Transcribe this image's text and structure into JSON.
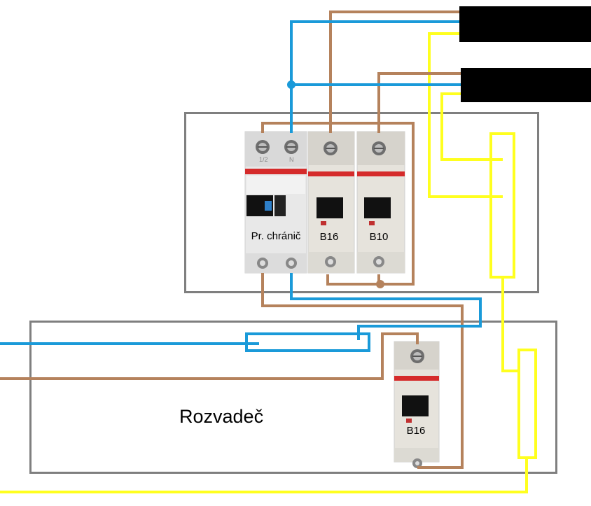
{
  "labels": {
    "rcd": "Pr. chránič",
    "breaker_1": "B16",
    "breaker_2": "B10",
    "breaker_3": "B16",
    "distribution_board": "Rozvadeč"
  },
  "colors": {
    "neutral_wire": "#1a9ad9",
    "phase_wire": "#b5825c",
    "pe_wire": "#ffff1f",
    "enclosure": "#7f7f7f",
    "redacted_block": "#000000"
  }
}
